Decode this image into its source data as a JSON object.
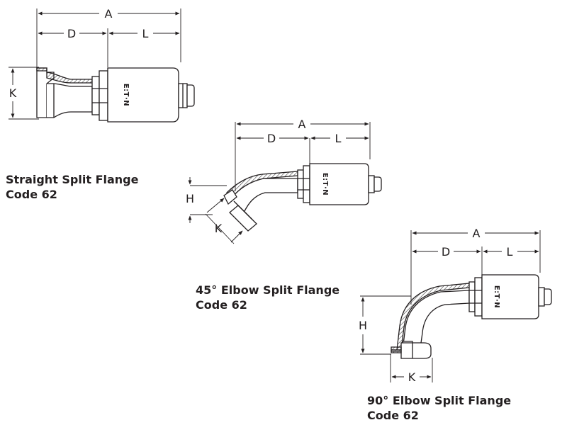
{
  "colors": {
    "ink": "#231f20",
    "paper": "#ffffff",
    "hatch": "#555555",
    "shade": "#d9d9d9"
  },
  "brand": "E:T·N",
  "straight": {
    "caption_line1": "Straight Split Flange",
    "caption_line2": "Code 62",
    "dims": {
      "A": "A",
      "D": "D",
      "L": "L",
      "K": "K"
    }
  },
  "elbow45": {
    "caption_line1": "45° Elbow Split Flange",
    "caption_line2": "Code 62",
    "dims": {
      "A": "A",
      "D": "D",
      "L": "L",
      "H": "H",
      "K": "K"
    }
  },
  "elbow90": {
    "caption_line1": "90° Elbow Split Flange",
    "caption_line2": "Code 62",
    "dims": {
      "A": "A",
      "D": "D",
      "L": "L",
      "H": "H",
      "K": "K"
    }
  }
}
